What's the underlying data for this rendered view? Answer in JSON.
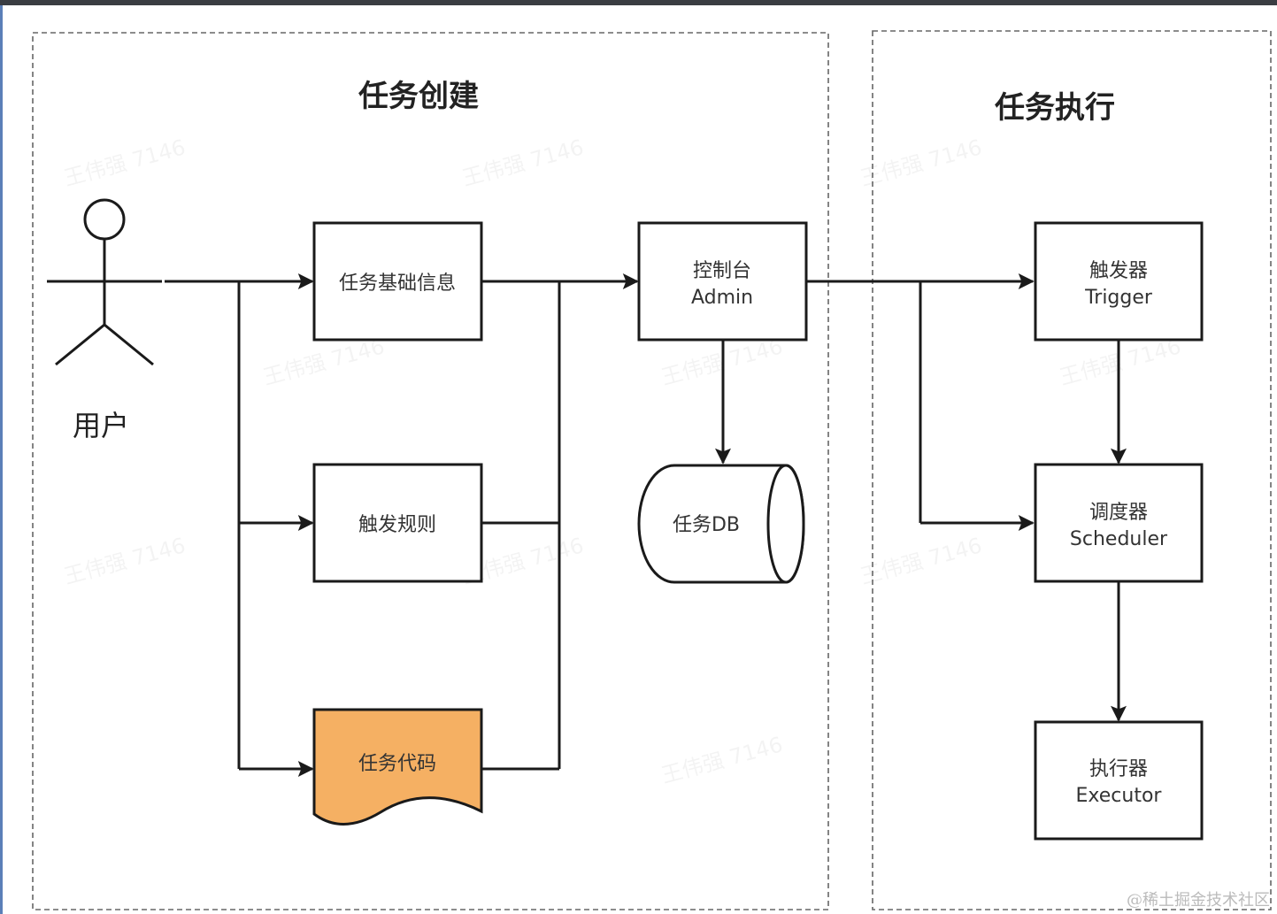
{
  "regions": {
    "creation_title": "任务创建",
    "execution_title": "任务执行"
  },
  "actor": {
    "label": "用户"
  },
  "nodes": {
    "task_info": {
      "line1": "任务基础信息"
    },
    "trigger_rule": {
      "line1": "触发规则"
    },
    "task_code": {
      "line1": "任务代码"
    },
    "admin": {
      "line1": "控制台",
      "line2": "Admin"
    },
    "task_db": {
      "line1": "任务DB"
    },
    "trigger": {
      "line1": "触发器",
      "line2": "Trigger"
    },
    "scheduler": {
      "line1": "调度器",
      "line2": "Scheduler"
    },
    "executor": {
      "line1": "执行器",
      "line2": "Executor"
    }
  },
  "watermark": "王伟强 7146",
  "credit": "@稀土掘金技术社区",
  "colors": {
    "task_code_fill": "#f5b063",
    "stroke": "#1a1a1a"
  }
}
